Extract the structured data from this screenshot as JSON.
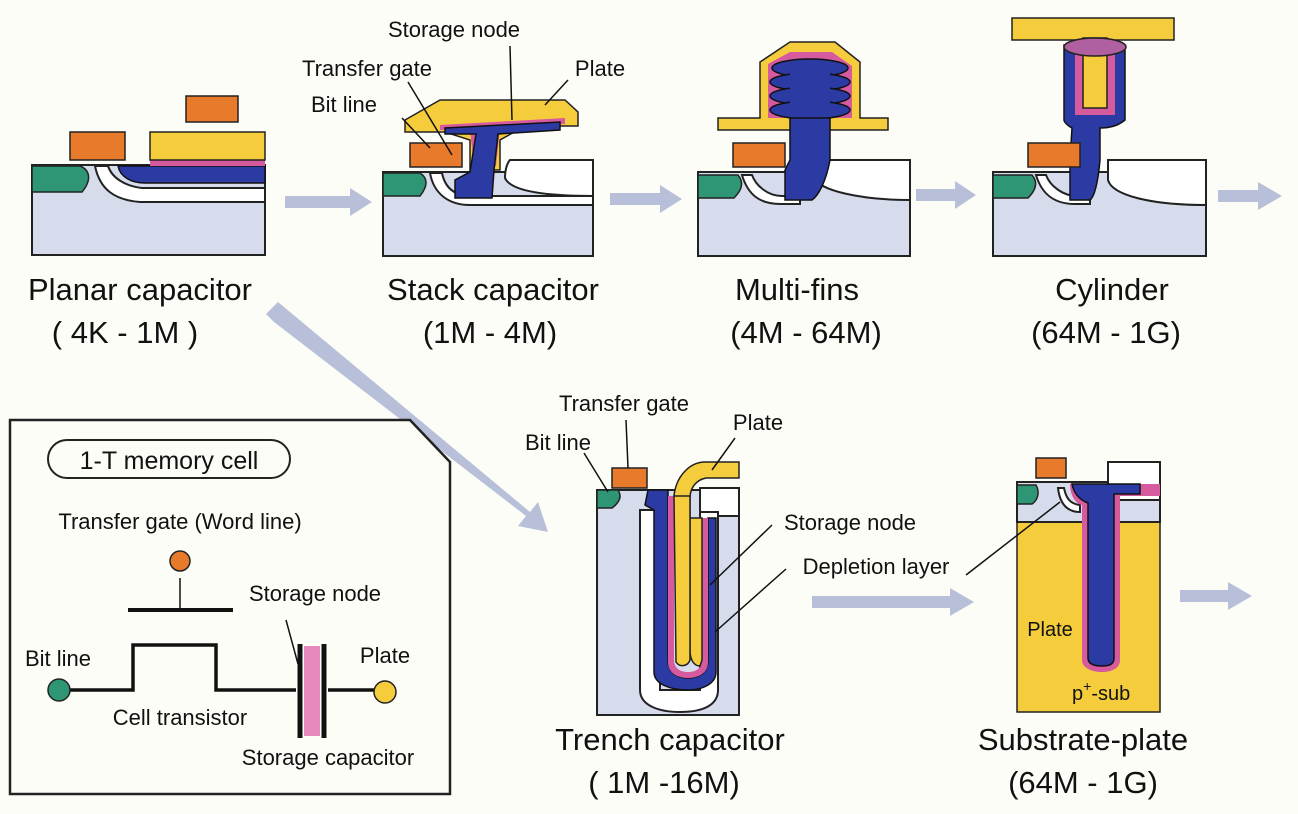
{
  "planar": {
    "name": "Planar capacitor",
    "range": "( 4K - 1M )"
  },
  "stack": {
    "name": "Stack capacitor",
    "range": "(1M - 4M)",
    "labels": {
      "storage_node": "Storage node",
      "transfer_gate": "Transfer gate",
      "plate": "Plate",
      "bit_line": "Bit line"
    }
  },
  "multifins": {
    "name": "Multi-fins",
    "range": "(4M - 64M)"
  },
  "cylinder": {
    "name": "Cylinder",
    "range": "(64M - 1G)"
  },
  "trench": {
    "name": "Trench capacitor",
    "range": "( 1M -16M)",
    "labels": {
      "transfer_gate": "Transfer gate",
      "plate": "Plate",
      "bit_line": "Bit line",
      "storage_node": "Storage node",
      "depletion_layer": "Depletion layer"
    }
  },
  "substrate_plate": {
    "name": "Substrate-plate",
    "range": "(64M - 1G)",
    "labels": {
      "plate": "Plate",
      "sub_p": "p",
      "sub_plus": "+",
      "sub_rest": "-sub"
    }
  },
  "cell": {
    "title": "1-T memory cell",
    "transfer_gate": "Transfer gate (Word line)",
    "storage_node": "Storage node",
    "bit_line": "Bit line",
    "plate": "Plate",
    "cell_transistor": "Cell transistor",
    "storage_capacitor": "Storage capacitor"
  },
  "colors": {
    "substrate": "#d7dcec",
    "gate": "#e87a2c",
    "bit_line": "#2f9675",
    "storage_node": "#2c3aa3",
    "plate": "#f5cd3c",
    "dielectric": "#d65a9e",
    "arrow": "#b7c0d8"
  }
}
